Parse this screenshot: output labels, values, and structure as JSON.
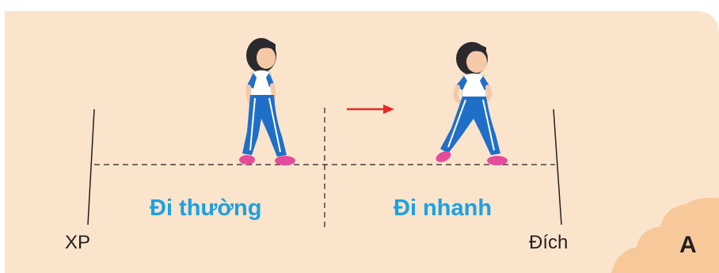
{
  "labels": {
    "start": "XP",
    "finish": "Đích",
    "zone_normal": "Đi thường",
    "zone_fast": "Đi nhanh",
    "corner": "A"
  },
  "colors": {
    "panel_background": "#fbe4cc",
    "corner_blob": "#f7c99a",
    "zone_text": "#1ba1e2",
    "arrow": "#e32b24",
    "line": "#231f20"
  },
  "icons": [
    "girl-walking-normal-illustration",
    "girl-walking-fast-illustration",
    "right-arrow-icon"
  ]
}
